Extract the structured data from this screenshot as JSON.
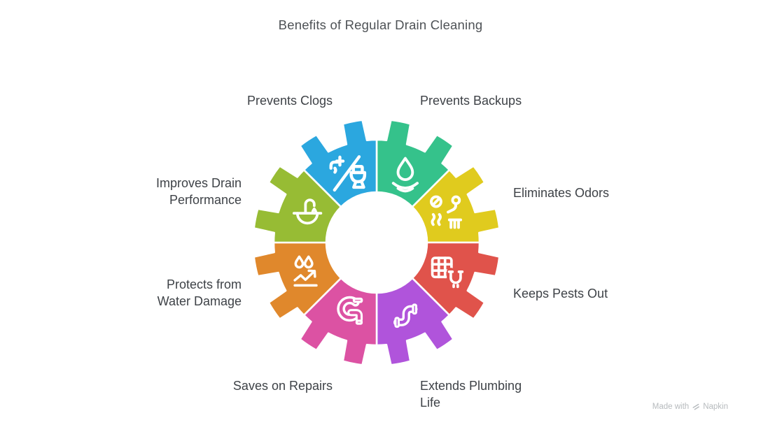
{
  "title": "Benefits of Regular Drain Cleaning",
  "diagram": {
    "segments": [
      {
        "id": "prevents-backups",
        "label": "Prevents Backups",
        "color": "#35C28B",
        "icon": "water-drop-waves-icon"
      },
      {
        "id": "eliminates-odors",
        "label": "Eliminates Odors",
        "color": "#E0CB1E",
        "icon": "no-odor-person-icon"
      },
      {
        "id": "keeps-pests-out",
        "label": "Keeps Pests Out",
        "color": "#E0534B",
        "icon": "drain-grate-pest-icon"
      },
      {
        "id": "extends-plumbing-life",
        "label": "Extends Plumbing Life",
        "color": "#B054DB",
        "icon": "s-pipe-icon"
      },
      {
        "id": "saves-on-repairs",
        "label": "Saves on Repairs",
        "color": "#DC52A3",
        "icon": "elbow-pipe-icon"
      },
      {
        "id": "protects-from-water-damage",
        "label": "Protects from Water Damage",
        "color": "#E0882C",
        "icon": "water-deflect-icon"
      },
      {
        "id": "improves-drain-performance",
        "label": "Improves Drain Performance",
        "color": "#97BC34",
        "icon": "sink-basin-icon"
      },
      {
        "id": "prevents-clogs",
        "label": "Prevents Clogs",
        "color": "#2BA7DF",
        "icon": "faucet-toilet-slash-icon"
      }
    ]
  },
  "watermark": {
    "prefix": "Made with",
    "brand": "Napkin"
  }
}
